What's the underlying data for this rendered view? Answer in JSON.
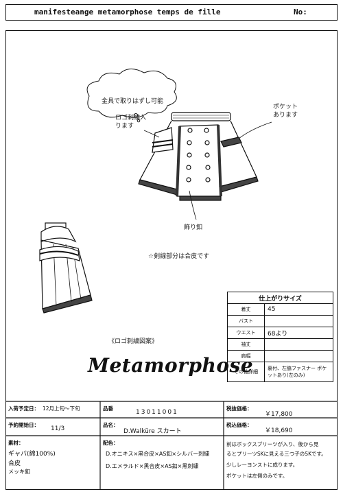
{
  "header": {
    "title": "manifesteange metamorphose temps de fille",
    "no_label": "No:"
  },
  "annotations": {
    "cloud": "金具で取りはずし可能",
    "logo_embroidery": "ロゴ刺繍入ります",
    "pocket": "ポケットあります",
    "buttons": "飾り釦",
    "mesh_note": "☆剣線部分は合皮です",
    "logo_design": "《ロゴ刺繍図案》"
  },
  "brand_logo": "Metamorphose",
  "size_table": {
    "title": "仕上がりサイズ",
    "rows": [
      {
        "label": "着丈",
        "value": "45"
      },
      {
        "label": "バスト",
        "value": ""
      },
      {
        "label": "ウエスト",
        "value": "68より"
      },
      {
        "label": "袖丈",
        "value": ""
      },
      {
        "label": "肩幅",
        "value": ""
      },
      {
        "label": "その他詳細",
        "value": "裏付、左脇ファスナー ポケットあり(左のみ)"
      }
    ]
  },
  "info": {
    "arrival_label": "入荷予定日：",
    "arrival_value": "12月上旬～下旬",
    "product_no_label": "品番",
    "product_no_value": "13011001",
    "price_ex_label": "税抜価格：",
    "price_ex_value": "￥17,800",
    "reserve_label": "予約開始日：",
    "reserve_value": "11/3",
    "name_label": "品名：",
    "name_value": "D.Walküre スカート",
    "price_in_label": "税込価格：",
    "price_in_value": "￥18,690",
    "material_label": "素材：",
    "material_values": [
      "ギャバ(綿100%)",
      "合皮",
      "メッキ釦"
    ],
    "color_label": "配色：",
    "color_values": [
      "D.オニキス×黒合皮×AS釦×シルバー刺繍",
      "D.エメラルド×黒合皮×AS釦×黒刺繍"
    ],
    "notes": [
      "前はボックスプリーツが入り、後から見",
      "るとプリーツSKに見える三つ子のSKです。",
      "少しレーヨンストに成ります。",
      "ポケットは左側のみです。"
    ]
  }
}
